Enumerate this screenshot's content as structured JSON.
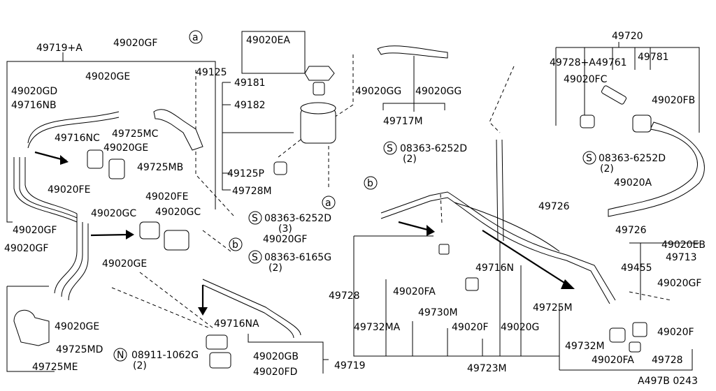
{
  "labels": {
    "p49719a": "49719+A",
    "p49020gf_top": "49020GF",
    "p49020ea": "49020EA",
    "p49720": "49720",
    "p49125": "49125",
    "p49020ge_top": "49020GE",
    "p49020gd": "49020GD",
    "p49716nb": "49716NB",
    "p49716nc": "49716NC",
    "p49725mc": "49725MC",
    "p49020ge_mid": "49020GE",
    "p49725mb": "49725MB",
    "p49020fe_1": "49020FE",
    "p49020fe_2": "49020FE",
    "p49020gc_1": "49020GC",
    "p49020gc_2": "49020GC",
    "p49181": "49181",
    "p49182": "49182",
    "p49125p": "49125P",
    "p49728m": "49728M",
    "p08363_6252d_a": "08363-6252D",
    "p08363_6252d_a_qty": "(3)",
    "p49020gg_1": "49020GG",
    "p49020gg_2": "49020GG",
    "p49717m": "49717M",
    "p08363_6252d_b": "08363-6252D",
    "p08363_6252d_b_qty": "(2)",
    "p49728a": "49728+A",
    "p49761": "49761",
    "p49781": "49781",
    "p49020fc": "49020FC",
    "p49020fb": "49020FB",
    "p08363_6252d_c": "08363-6252D",
    "p08363_6252d_c_qty": "(2)",
    "p49020a": "49020A",
    "p49726_1": "49726",
    "p49726_2": "49726",
    "p49020eb": "49020EB",
    "p49713": "49713",
    "p49455": "49455",
    "p49020gf_right": "49020GF",
    "p49020gf_l1": "49020GF",
    "p49020gf_l2": "49020GF",
    "p49020gf_mid": "49020GF",
    "p49020ge_l": "49020GE",
    "p49020ge_l2": "49020GE",
    "p08363_6165g": "08363-6165G",
    "p08363_6165g_qty": "(2)",
    "p49725md": "49725MD",
    "p49725me": "49725ME",
    "p49716na": "49716NA",
    "p08911_1062g": "08911-1062G",
    "p08911_1062g_qty": "(2)",
    "p49020gb": "49020GB",
    "p49020fd": "49020FD",
    "p49719": "49719",
    "p49728": "49728",
    "p49020fa_1": "49020FA",
    "p49730m": "49730M",
    "p49716n": "49716N",
    "p49725m": "49725M",
    "p49732ma": "49732MA",
    "p49020f_1": "49020F",
    "p49020g": "49020G",
    "p49732m": "49732M",
    "p49020fa_2": "49020FA",
    "p49728_2": "49728",
    "p49020f_2": "49020F",
    "p49723m": "49723M",
    "ref": "A497B 0243"
  },
  "markers": {
    "a": "a",
    "b": "b",
    "s": "S",
    "n": "N"
  }
}
